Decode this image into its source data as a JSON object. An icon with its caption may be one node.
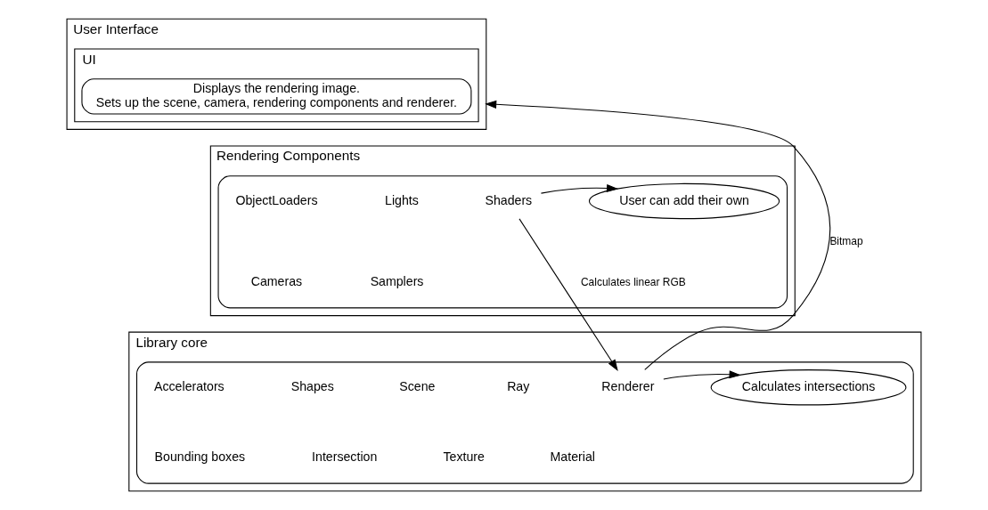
{
  "diagram": {
    "nodes": [
      {
        "text": [
          "User Interface"
        ]
      },
      {
        "text": [
          "UI"
        ],
        "in": 0
      },
      {
        "text": [
          "Displays the rendering image.",
          "Sets up the scene, camera, rendering components and renderer."
        ],
        "in": 1
      },
      {
        "text": [
          "Rendering Components"
        ]
      },
      {
        "text": [],
        "shape": "box",
        "in": 3
      },
      {
        "text": [
          "ObjectLoaders"
        ],
        "in": 4
      },
      {
        "text": [
          "Cameras"
        ],
        "in": 4
      },
      {
        "text": [
          "Lights"
        ],
        "in": 4
      },
      {
        "text": [
          "Samplers"
        ],
        "in": 4
      },
      {
        "text": [
          "Shaders"
        ],
        "in": 4
      },
      {
        "text": [
          "User can add their own"
        ],
        "in": 4
      },
      {
        "text": [
          "Library core"
        ]
      },
      {
        "text": [],
        "shape": "box",
        "in": 11
      },
      {
        "text": [
          "Accelerators"
        ],
        "in": 12
      },
      {
        "text": [
          "Bounding boxes"
        ],
        "in": 12
      },
      {
        "text": [
          "Shapes"
        ],
        "in": 12
      },
      {
        "text": [
          "Intersection"
        ],
        "in": 12
      },
      {
        "text": [
          "Scene"
        ],
        "in": 12
      },
      {
        "text": [
          "Texture"
        ],
        "in": 12
      },
      {
        "text": [
          "Ray"
        ],
        "in": 12
      },
      {
        "text": [
          "Material"
        ],
        "in": 12
      },
      {
        "text": [
          "Renderer"
        ],
        "in": 12
      },
      {
        "text": [
          "Calculates intersections"
        ],
        "in": 12
      }
    ],
    "edges": [
      {
        "from": 9,
        "to": 10,
        "arrow": "to"
      },
      {
        "from": 9,
        "to": 21,
        "arrow": "to",
        "label": "Calculates linear RGB"
      },
      {
        "from": 21,
        "to": 0,
        "arrow": "to",
        "label": "Bitmap"
      },
      {
        "from": 21,
        "to": 22,
        "arrow": "to"
      }
    ]
  }
}
